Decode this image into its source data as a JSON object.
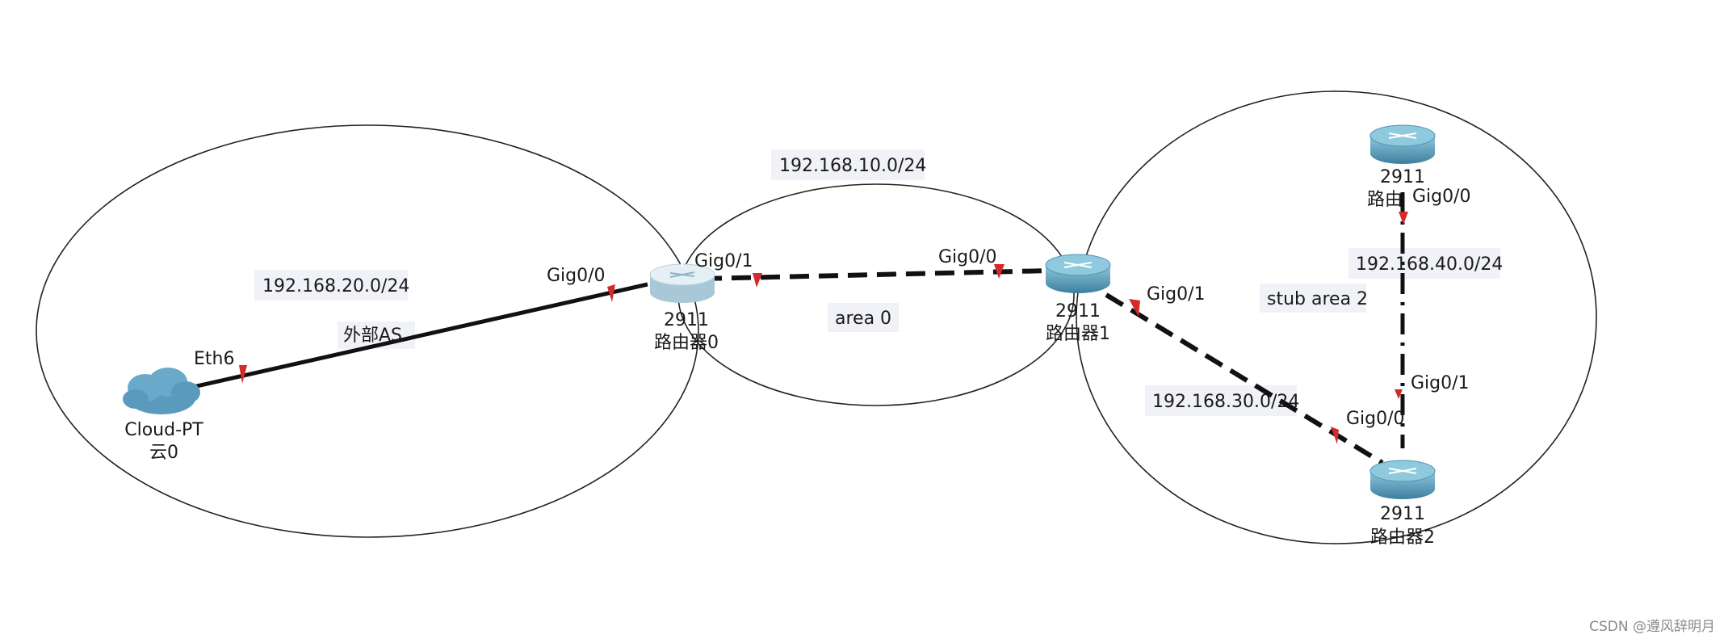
{
  "zones": {
    "external_as": "外部AS",
    "area0": "area 0",
    "stub_area": "stub area 2"
  },
  "networks": {
    "net20": "192.168.20.0/24",
    "net10": "192.168.10.0/24",
    "net40": "192.168.40.0/24",
    "net30": "192.168.30.0/24"
  },
  "devices": {
    "cloud": {
      "model": "Cloud-PT",
      "name": "云0"
    },
    "r0": {
      "model": "2911",
      "name": "路由器0"
    },
    "r1": {
      "model": "2911",
      "name": "路由器1"
    },
    "r2": {
      "model": "2911",
      "name": "路由器2"
    },
    "r3": {
      "model": "2911",
      "name": "路由"
    }
  },
  "interfaces": {
    "cloud_eth6": "Eth6",
    "r0_gig00": "Gig0/0",
    "r0_gig01": "Gig0/1",
    "r1_gig00": "Gig0/0",
    "r1_gig01": "Gig0/1",
    "r3_gig00": "Gig0/0",
    "r2_gig01": "Gig0/1",
    "r2_gig00": "Gig0/0"
  },
  "watermark": "CSDN @遵风辞明月",
  "colors": {
    "link": "#111111",
    "port_marker": "#d42a2a",
    "router_body": "#4f93b3",
    "router_top": "#86c3da",
    "router0_body": "#b7d3e0",
    "cloud": "#5a9bbd",
    "label_bg": "#f0f2f7"
  }
}
